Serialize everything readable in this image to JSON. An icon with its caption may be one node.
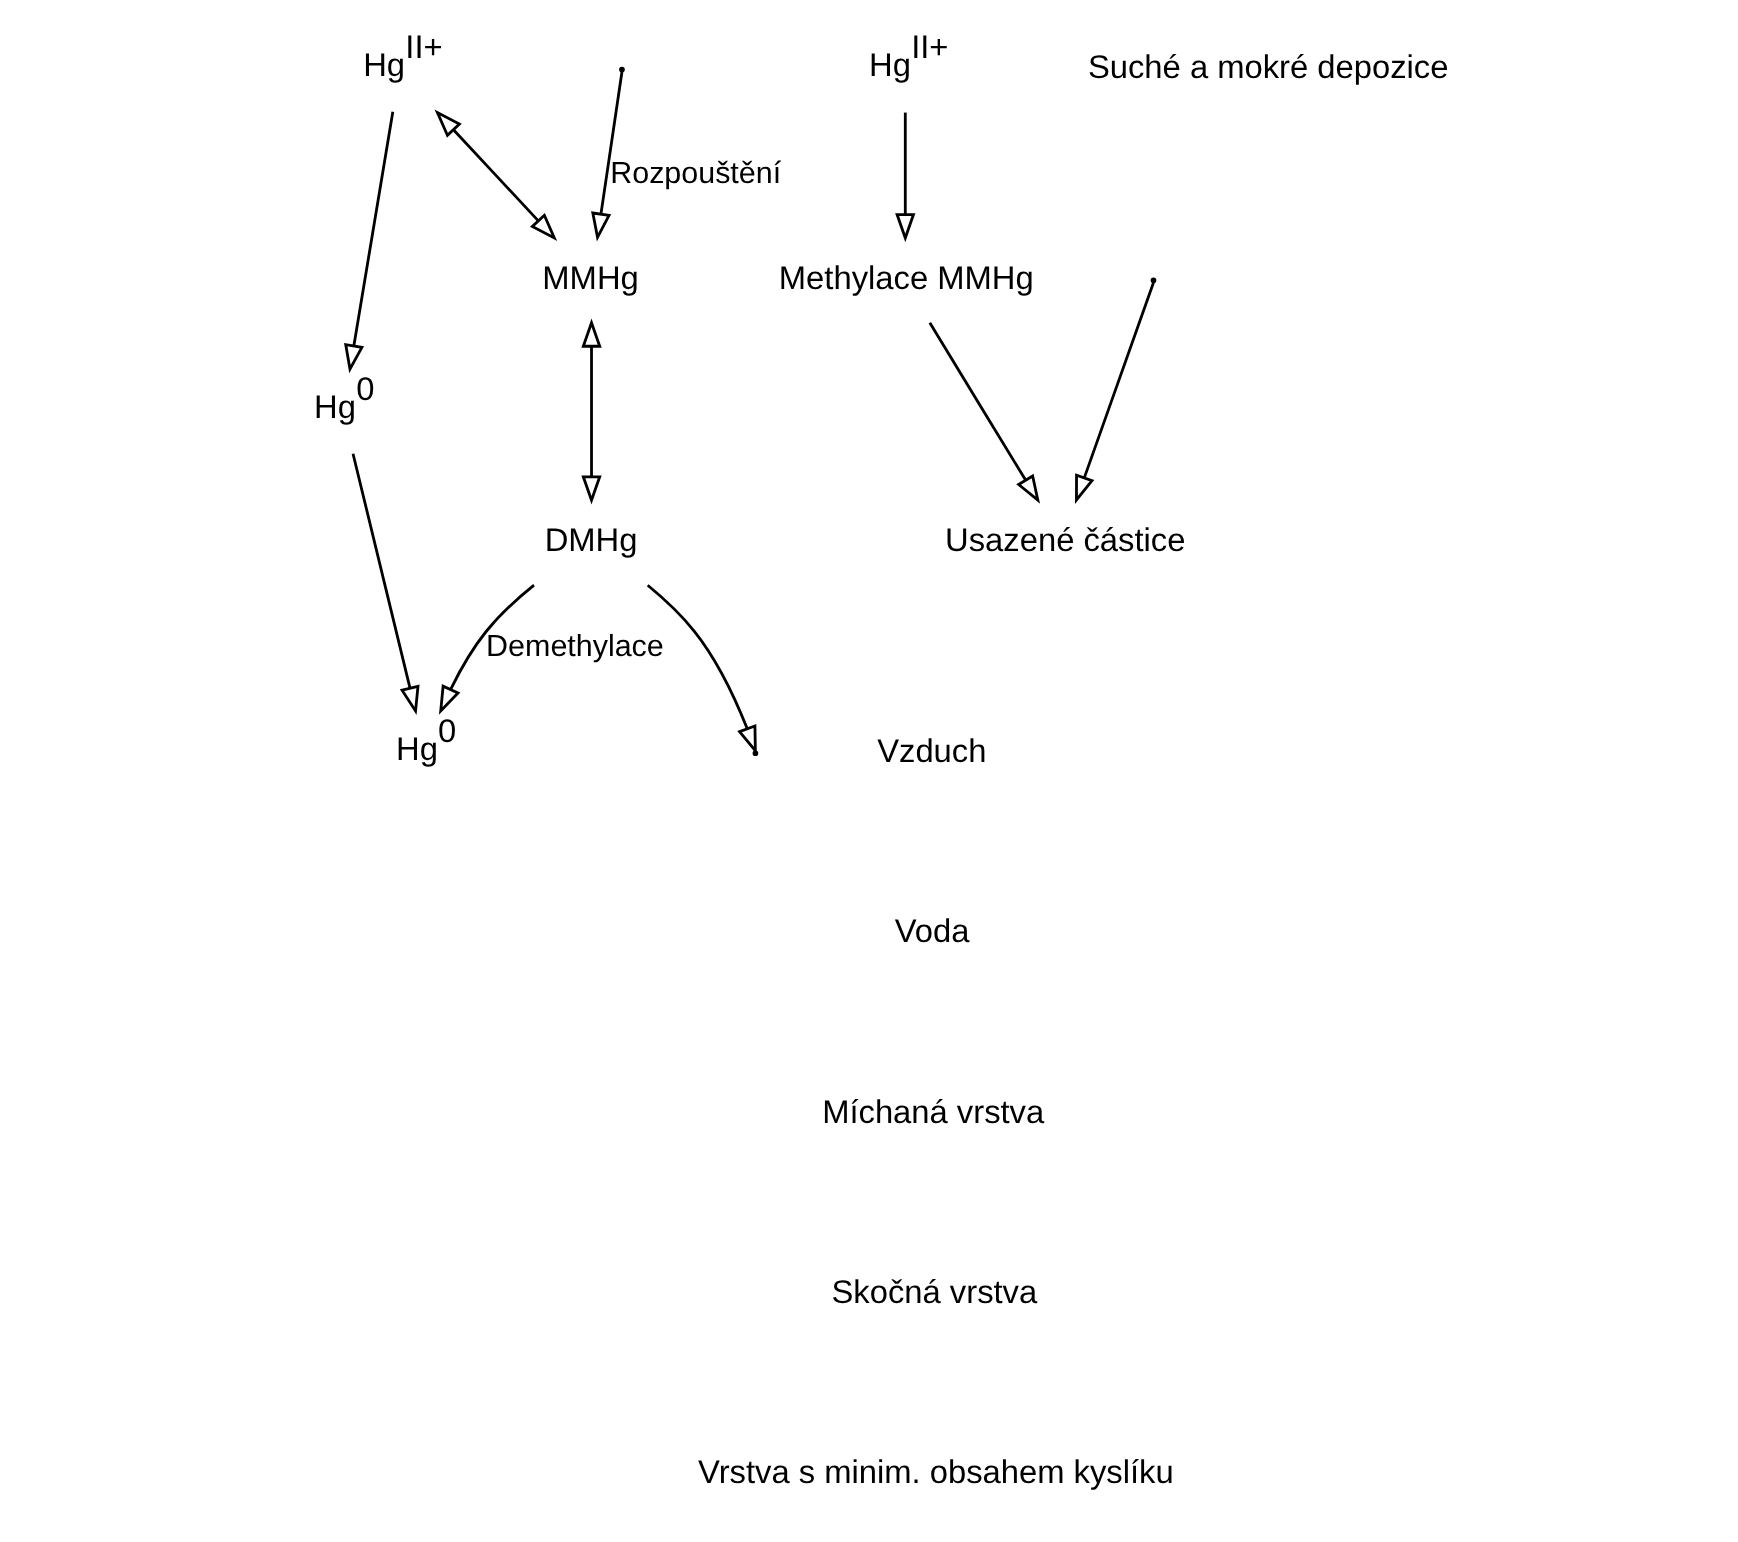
{
  "diagram": {
    "nodes": [
      {
        "text": [
          "Hg$^{0}$"
        ]
      },
      {
        "text": [
          "Hg$^{II+}$"
        ]
      },
      {
        "text": [
          "Methylace MMHg"
        ]
      },
      {
        "text": [
          "Usazené částice"
        ]
      },
      {
        "text": [
          "Hg$^{0}$"
        ]
      },
      {
        "text": [
          "DMHg"
        ]
      },
      {
        "text": [
          "Hg$^{II+}$"
        ]
      },
      {
        "text": [
          "MMHg"
        ]
      }
    ],
    "edges": [
      {
        "from": 4,
        "to": 0,
        "arrow": "to"
      },
      {
        "from": 5,
        "to": null,
        "arrow": "to"
      },
      {
        "from": 5,
        "to": 0,
        "arrow": "to",
        "label": "Demethylace"
      },
      {
        "from": 1,
        "to": 2,
        "arrow": "to"
      },
      {
        "from": 2,
        "to": 3,
        "arrow": "to"
      },
      {
        "from": null,
        "to": 3,
        "arrow": "to"
      },
      {
        "from": null,
        "to": 7,
        "arrow": "to",
        "label": "Rozpouštění"
      },
      {
        "from": 6,
        "to": 4,
        "arrow": "to"
      },
      {
        "from": 6,
        "to": 7,
        "arrow": "both"
      },
      {
        "from": 7,
        "to": 5,
        "arrow": "both"
      }
    ],
    "labels": [
      "Suché a mokré depozice",
      "Vzduch",
      "Voda",
      "Míchaná vrstva",
      "Skočná vrstva",
      "Vrstva s minim. obsahem kyslíku"
    ]
  }
}
